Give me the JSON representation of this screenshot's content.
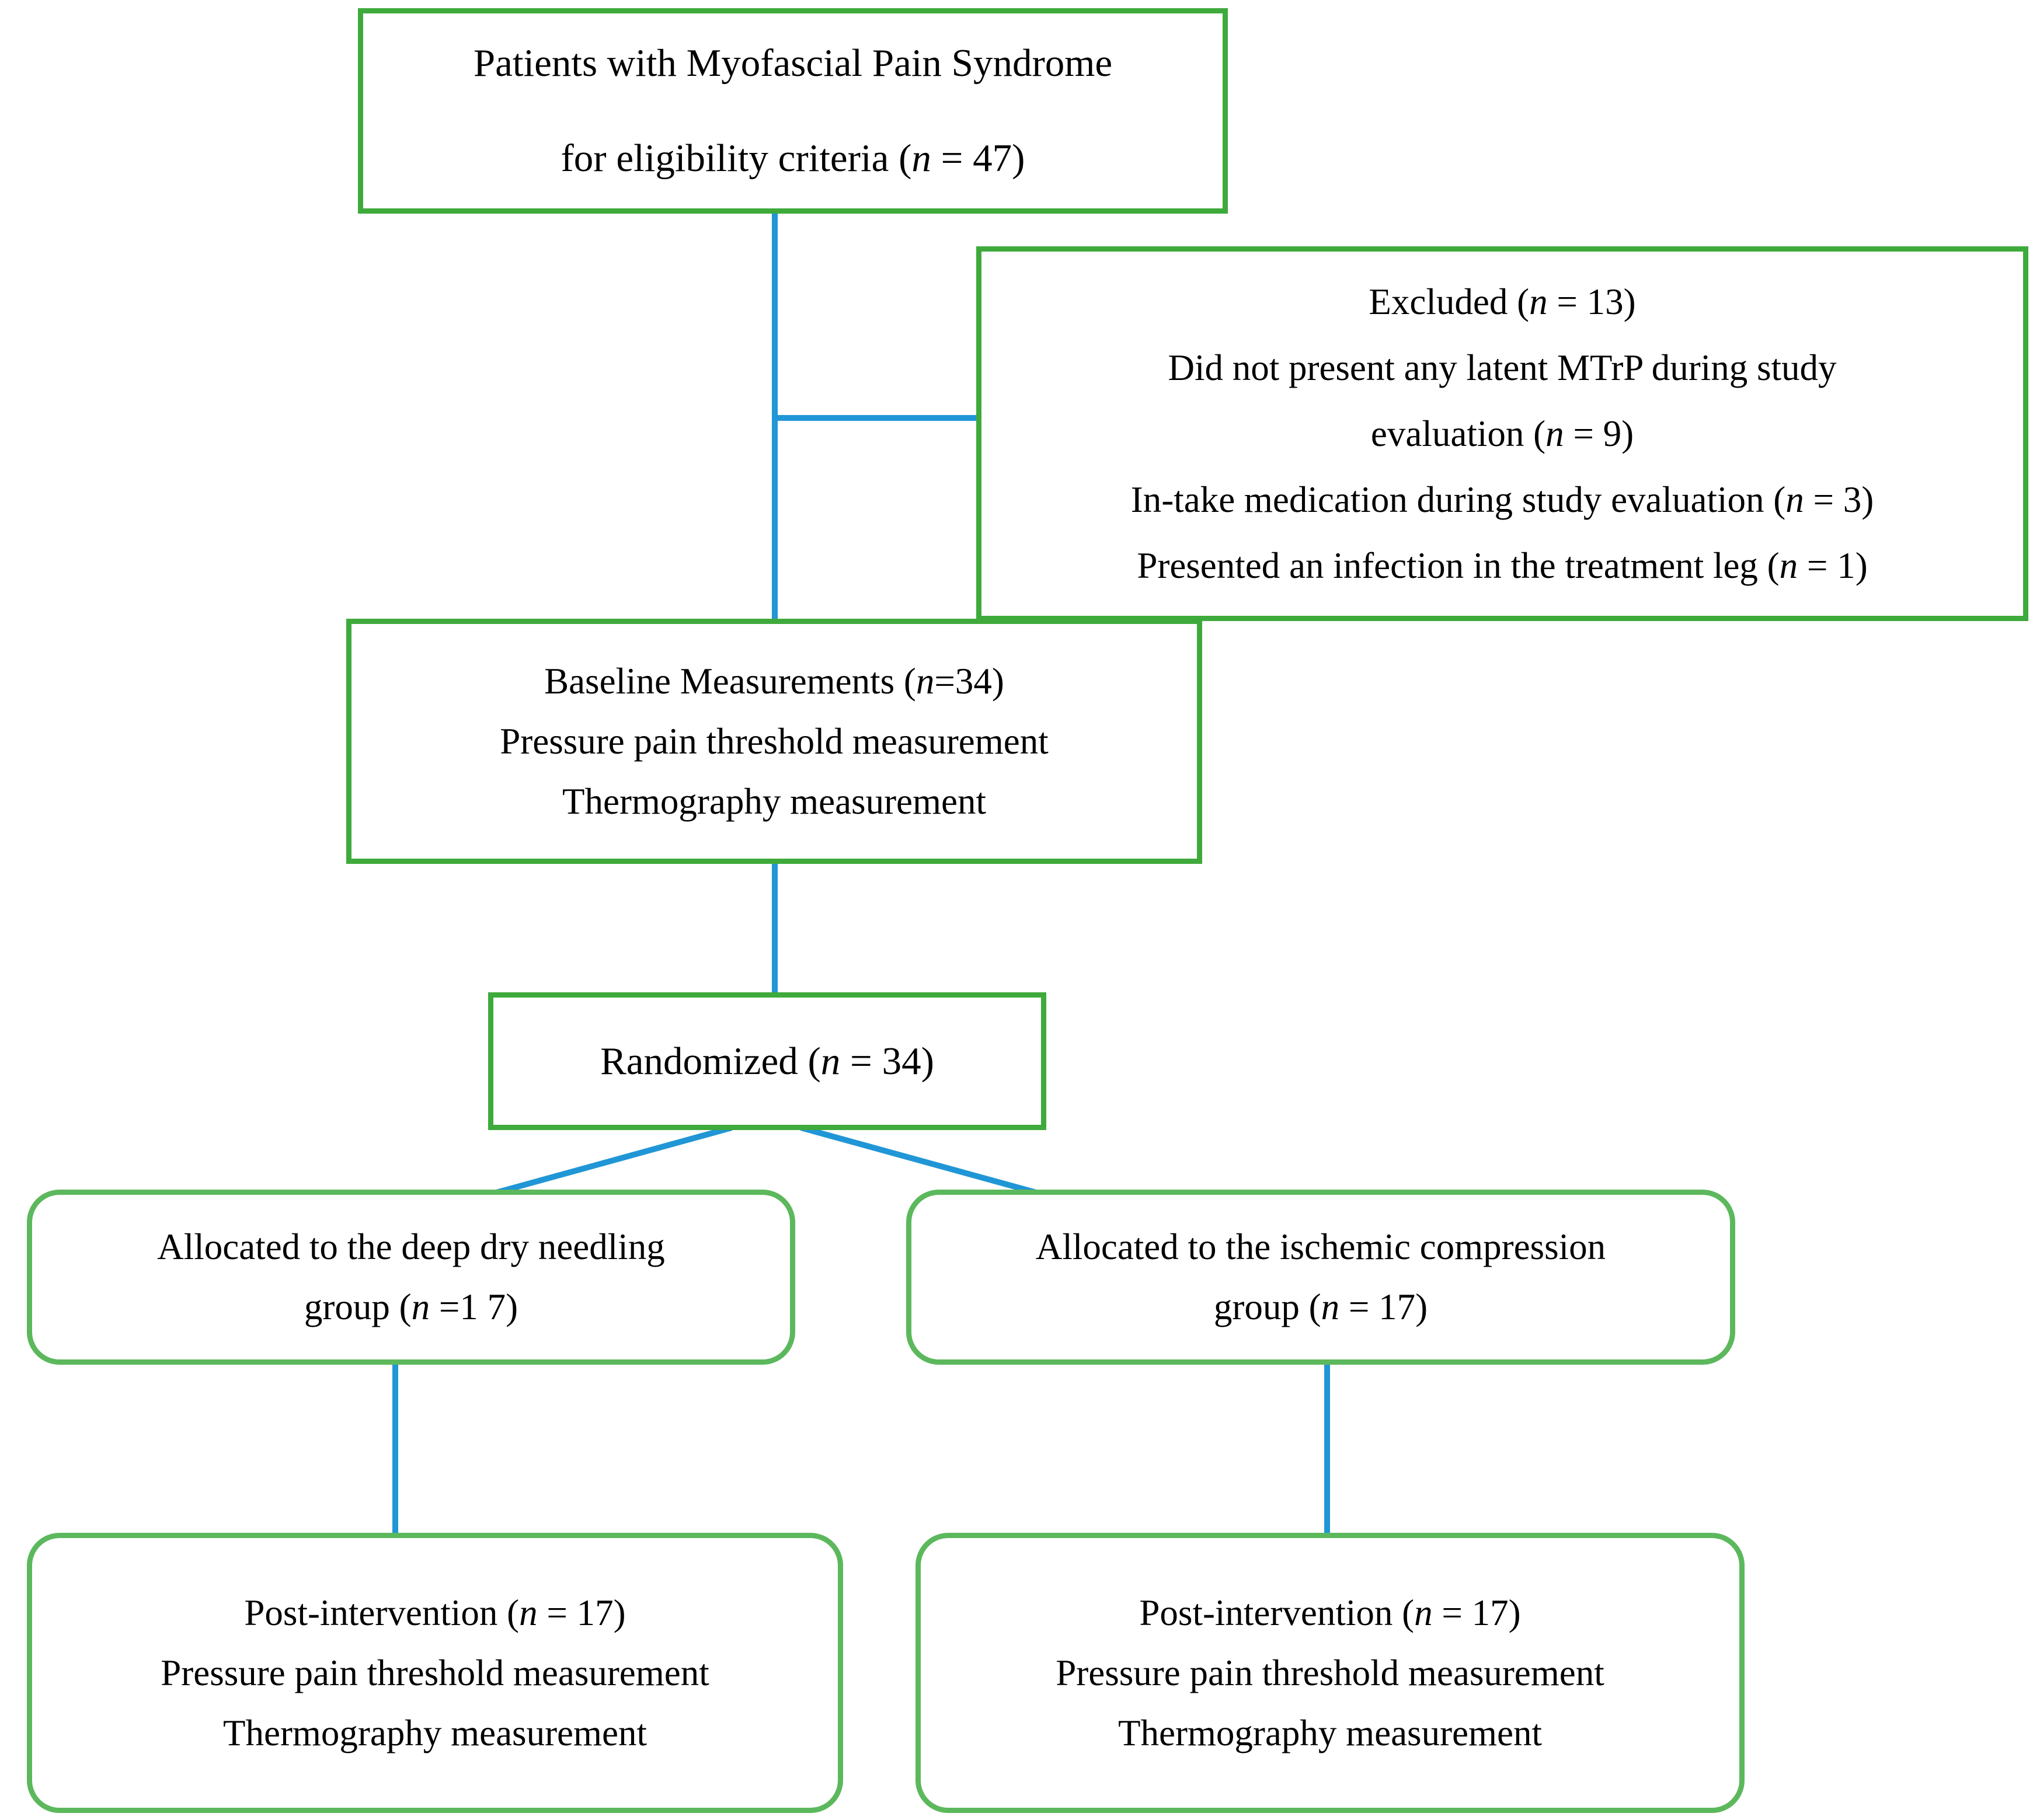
{
  "diagram": {
    "title": "CONSORT participant flow diagram",
    "colors": {
      "box_border_green": "#3faa3c",
      "rounded_border_green": "#5cb85c",
      "connector_blue": "#2196d6",
      "text": "#000000",
      "background": "#ffffff"
    }
  },
  "nodes": {
    "eligibility": {
      "name": "eligibility-box",
      "shape": "rectangle",
      "lines": [
        "Patients with Myofascial Pain Syndrome",
        "for eligibility criteria (n = 47)"
      ],
      "line1": "Patients with Myofascial Pain Syndrome",
      "line2_pre": "for eligibility criteria (",
      "line2_italic": "n",
      "line2_post": " = 47)",
      "n": 47
    },
    "excluded": {
      "name": "excluded-box",
      "shape": "rectangle",
      "title_pre": "Excluded (",
      "title_italic": "n",
      "title_post": " = 13)",
      "n_total": 13,
      "reasons": [
        {
          "text_a": "Did not present any latent MTrP during study",
          "text_b_pre": "evaluation (",
          "text_b_italic": "n",
          "text_b_post": " = 9)",
          "n": 9,
          "wrapped": true
        },
        {
          "text_a": "In-take medication during study evaluation (",
          "text_b_italic": "n",
          "text_b_post": " = 3)",
          "n": 3,
          "wrapped": false
        },
        {
          "text_a": "Presented an infection in the treatment leg (",
          "text_b_italic": "n",
          "text_b_post": " = 1)",
          "n": 1,
          "wrapped": false
        }
      ]
    },
    "baseline": {
      "name": "baseline-measurements-box",
      "shape": "rectangle",
      "title_pre": "Baseline Measurements (",
      "title_italic": "n",
      "title_post": "=34)",
      "n": 34,
      "line2": "Pressure pain threshold measurement",
      "line3": "Thermography measurement"
    },
    "randomized": {
      "name": "randomized-box",
      "shape": "rectangle",
      "title_pre": "Randomized (",
      "title_italic": "n",
      "title_post": " = 34)",
      "n": 34
    },
    "alloc_left": {
      "name": "allocation-dry-needling-box",
      "shape": "rounded-rectangle",
      "line1": "Allocated to the deep dry needling",
      "line2_pre": "group (",
      "line2_italic": "n",
      "line2_post": " =1 7)",
      "n": 17
    },
    "alloc_right": {
      "name": "allocation-ischemic-compression-box",
      "shape": "rounded-rectangle",
      "line1": "Allocated to the ischemic compression",
      "line2_pre": "group (",
      "line2_italic": "n",
      "line2_post": " = 17)",
      "n": 17
    },
    "post_left": {
      "name": "post-intervention-left-box",
      "shape": "rounded-rectangle",
      "title_pre": "Post-intervention (",
      "title_italic": "n",
      "title_post": " = 17)",
      "n": 17,
      "line2": "Pressure pain threshold measurement",
      "line3": "Thermography measurement"
    },
    "post_right": {
      "name": "post-intervention-right-box",
      "shape": "rounded-rectangle",
      "title_pre": "Post-intervention (",
      "title_italic": "n",
      "title_post": " = 17)",
      "n": 17,
      "line2": "Pressure pain threshold measurement",
      "line3": "Thermography measurement"
    }
  },
  "connectors": [
    {
      "name": "eligibility-to-baseline-vertical",
      "type": "vertical"
    },
    {
      "name": "eligibility-to-excluded-horizontal",
      "type": "horizontal"
    },
    {
      "name": "baseline-to-randomized-vertical",
      "type": "vertical"
    },
    {
      "name": "randomized-to-left-allocation-diagonal",
      "type": "diagonal"
    },
    {
      "name": "randomized-to-right-allocation-diagonal",
      "type": "diagonal"
    },
    {
      "name": "left-allocation-to-left-post-vertical",
      "type": "vertical"
    },
    {
      "name": "right-allocation-to-right-post-vertical",
      "type": "vertical"
    }
  ]
}
